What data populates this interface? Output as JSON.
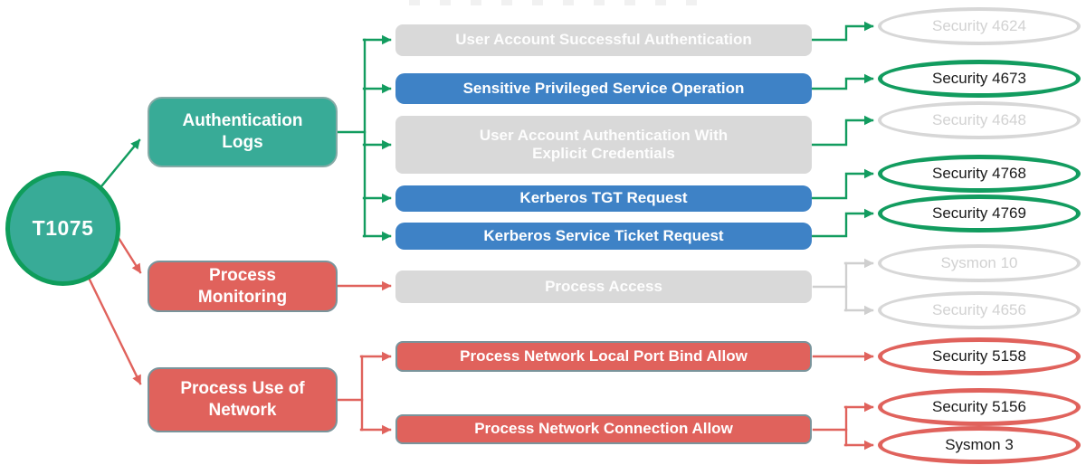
{
  "root": {
    "label": "T1075"
  },
  "categories": [
    {
      "label": "Authentication Logs"
    },
    {
      "label": "Process Monitoring"
    },
    {
      "label": "Process Use of Network"
    }
  ],
  "events": [
    {
      "label": "User Account Successful Authentication",
      "style": "inactive-gray"
    },
    {
      "label": "Sensitive Privileged Service Operation",
      "style": "blue"
    },
    {
      "label": "User Account Authentication With Explicit Credentials",
      "style": "inactive-gray"
    },
    {
      "label": "Kerberos TGT Request",
      "style": "blue"
    },
    {
      "label": "Kerberos Service Ticket Request",
      "style": "blue"
    },
    {
      "label": "Process Access",
      "style": "inactive-gray"
    },
    {
      "label": "Process Network Local Port Bind Allow",
      "style": "red"
    },
    {
      "label": "Process Network Connection Allow",
      "style": "red"
    }
  ],
  "event_ids": [
    {
      "label": "Security 4624",
      "style": "inactive-gray"
    },
    {
      "label": "Security 4673",
      "style": "green"
    },
    {
      "label": "Security 4648",
      "style": "inactive-gray"
    },
    {
      "label": "Security 4768",
      "style": "green"
    },
    {
      "label": "Security 4769",
      "style": "green"
    },
    {
      "label": "Sysmon 10",
      "style": "inactive-gray"
    },
    {
      "label": "Security 4656",
      "style": "inactive-gray"
    },
    {
      "label": "Security 5158",
      "style": "red"
    },
    {
      "label": "Security 5156",
      "style": "red"
    },
    {
      "label": "Sysmon 3",
      "style": "red"
    }
  ],
  "colors": {
    "teal": "#38AB97",
    "tealborder": "#0F9D5B",
    "green": "#129C5F",
    "red": "#E0625C",
    "blue": "#3E82C6",
    "gray": "#D9D9D9",
    "grayline": "#CFCFCF",
    "slate": "#7A949B",
    "fadedtext": "#D2D2D2",
    "darktext": "#1A1A1A"
  }
}
